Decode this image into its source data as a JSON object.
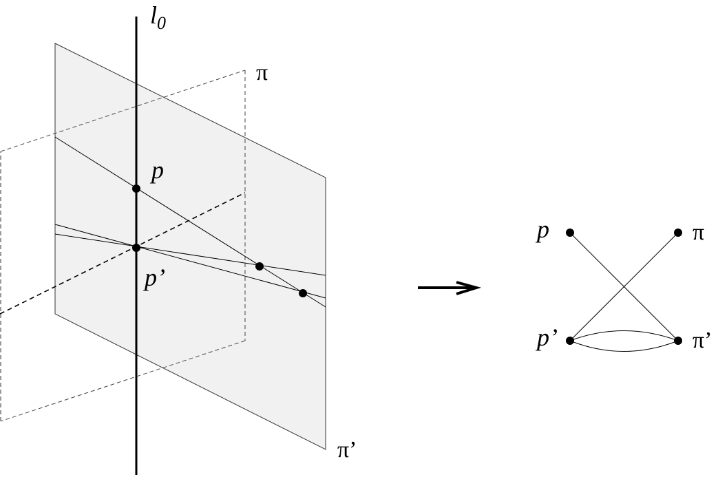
{
  "left_figure": {
    "labels": {
      "line": "l",
      "line_sub": "0",
      "plane_pi": "π",
      "plane_pi_prime": "π’",
      "point_p": "p",
      "point_p_prime": "p’"
    }
  },
  "arrow": {
    "direction": "right"
  },
  "right_figure": {
    "nodes": [
      {
        "id": "p",
        "label": "p"
      },
      {
        "id": "pi",
        "label": "π"
      },
      {
        "id": "p_prime",
        "label": "p’"
      },
      {
        "id": "pi_prime",
        "label": "π’"
      }
    ],
    "edges": [
      {
        "from": "p",
        "to": "pi_prime"
      },
      {
        "from": "pi",
        "to": "p_prime"
      },
      {
        "from": "p_prime",
        "to": "pi_prime",
        "curved": "up"
      },
      {
        "from": "p_prime",
        "to": "pi_prime",
        "curved": "down"
      }
    ]
  },
  "colors": {
    "plane_fill": "#f1f1f1",
    "stroke": "#000000",
    "dashed": "#555555"
  }
}
